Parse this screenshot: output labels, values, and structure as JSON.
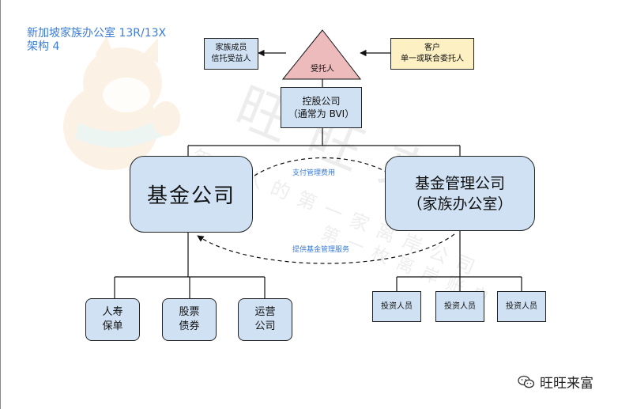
{
  "title": "新加坡家族办公室 13R/13X\n架构 4",
  "nodes": {
    "trustee": "受托人",
    "family": "家族成员\n信托受益人",
    "client": "客户\n单一或联合委托人",
    "holding": "控股公司\n（通常为 BVI）",
    "fund": "基金公司",
    "fmc": "基金管理公司\n（家族办公室）",
    "insurance": "人寿\n保单",
    "stocks": "股票\n债券",
    "operations": "运营\n公司",
    "investors": [
      "投资人员",
      "投资人员",
      "投资人员"
    ]
  },
  "edge_labels": {
    "pay_fee": "支付管理费用",
    "provide_service": "提供基金管理服务"
  },
  "watermark": {
    "large": "旺旺来富",
    "small1": "年轻人的第一家离岸公司",
    "small2": "第一枚离岸账户"
  },
  "footer": {
    "brand": "旺旺来富",
    "icon": "wechat-icon"
  },
  "colors": {
    "box_fill": "#cfe1f3",
    "trustee_fill": "#eebbbd",
    "client_fill": "#fdf0c2",
    "accent_blue": "#3b7bd6"
  }
}
